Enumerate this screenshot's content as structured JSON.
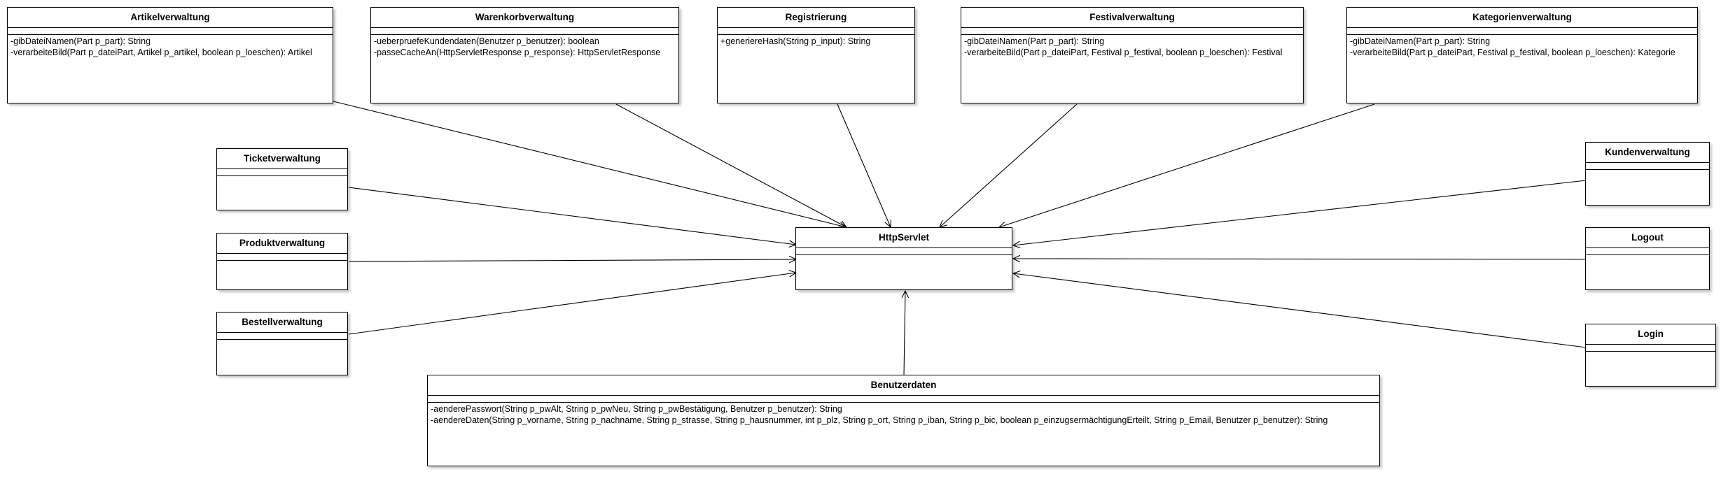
{
  "classes": {
    "artikelverwaltung": {
      "name": "Artikelverwaltung",
      "operations": [
        "-gibDateiNamen(Part p_part): String",
        "-verarbeiteBild(Part p_dateiPart, Artikel p_artikel, boolean p_loeschen): Artikel"
      ]
    },
    "warenkorbverwaltung": {
      "name": "Warenkorbverwaltung",
      "operations": [
        "-ueberpruefeKundendaten(Benutzer p_benutzer): boolean",
        "-passeCacheAn(HttpServletResponse p_response): HttpServletResponse"
      ]
    },
    "registrierung": {
      "name": "Registrierung",
      "operations": [
        "+generiereHash(String p_input): String"
      ]
    },
    "festivalverwaltung": {
      "name": "Festivalverwaltung",
      "operations": [
        "-gibDateiNamen(Part p_part): String",
        "-verarbeiteBild(Part p_dateiPart, Festival p_festival, boolean p_loeschen): Festival"
      ]
    },
    "kategorienverwaltung": {
      "name": "Kategorienverwaltung",
      "operations": [
        "-gibDateiNamen(Part p_part): String",
        "-verarbeiteBild(Part p_dateiPart, Festival p_festival, boolean p_loeschen): Kategorie"
      ]
    },
    "ticketverwaltung": {
      "name": "Ticketverwaltung",
      "operations": []
    },
    "produktverwaltung": {
      "name": "Produktverwaltung",
      "operations": []
    },
    "bestellverwaltung": {
      "name": "Bestellverwaltung",
      "operations": []
    },
    "httpservlet": {
      "name": "HttpServlet",
      "operations": []
    },
    "kundenverwaltung": {
      "name": "Kundenverwaltung",
      "operations": []
    },
    "logout": {
      "name": "Logout",
      "operations": []
    },
    "login": {
      "name": "Login",
      "operations": []
    },
    "benutzerdaten": {
      "name": "Benutzerdaten",
      "operations": [
        "-aenderePasswort(String p_pwAlt, String p_pwNeu, String p_pwBestätigung, Benutzer p_benutzer): String",
        "-aendereDaten(String p_vorname, String p_nachname, String p_strasse, String p_hausnummer, int p_plz, String p_ort, String p_iban, String p_bic, boolean p_einzugsermächtigungErteilt, String p_Email, Benutzer p_benutzer): String"
      ]
    }
  },
  "relations": [
    {
      "from": "artikelverwaltung",
      "to": "httpservlet",
      "type": "inheritance"
    },
    {
      "from": "warenkorbverwaltung",
      "to": "httpservlet",
      "type": "inheritance"
    },
    {
      "from": "registrierung",
      "to": "httpservlet",
      "type": "inheritance"
    },
    {
      "from": "festivalverwaltung",
      "to": "httpservlet",
      "type": "inheritance"
    },
    {
      "from": "kategorienverwaltung",
      "to": "httpservlet",
      "type": "inheritance"
    },
    {
      "from": "ticketverwaltung",
      "to": "httpservlet",
      "type": "inheritance"
    },
    {
      "from": "produktverwaltung",
      "to": "httpservlet",
      "type": "inheritance"
    },
    {
      "from": "bestellverwaltung",
      "to": "httpservlet",
      "type": "inheritance"
    },
    {
      "from": "kundenverwaltung",
      "to": "httpservlet",
      "type": "inheritance"
    },
    {
      "from": "logout",
      "to": "httpservlet",
      "type": "inheritance"
    },
    {
      "from": "login",
      "to": "httpservlet",
      "type": "inheritance"
    },
    {
      "from": "benutzerdaten",
      "to": "httpservlet",
      "type": "inheritance"
    }
  ]
}
